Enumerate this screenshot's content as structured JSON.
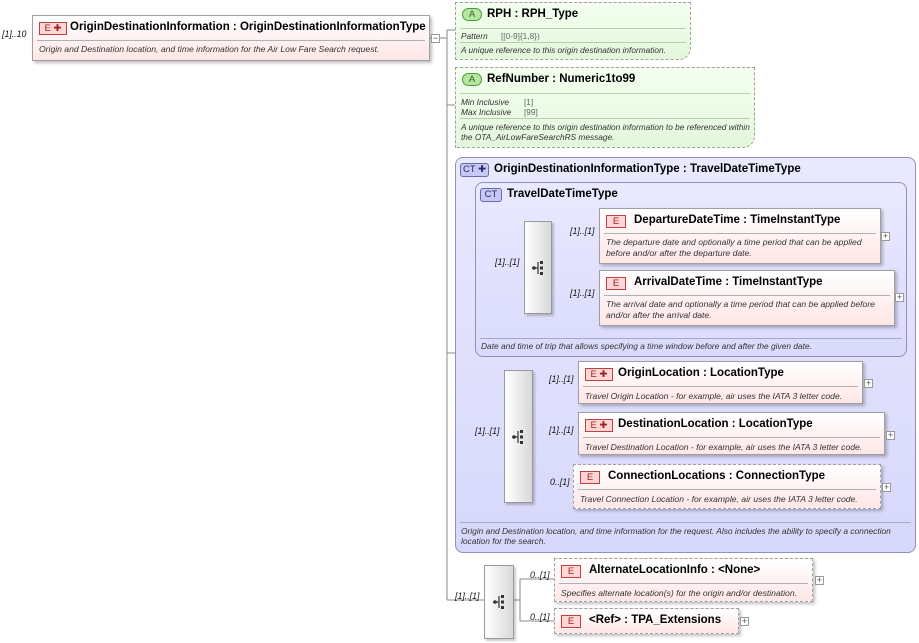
{
  "root": {
    "cardinality": "[1]..10",
    "badge": "E",
    "title": "OriginDestinationInformation",
    "type": "OriginDestinationInformationType",
    "doc": "Origin and Destination location, and time information for the Air Low Fare Search request."
  },
  "attributes": [
    {
      "badge": "A",
      "name": "RPH",
      "type": "RPH_Type",
      "facets": [
        {
          "label": "Pattern",
          "value": "[[0-9]{1,8})"
        }
      ],
      "doc": "A unique reference to this origin destination information."
    },
    {
      "badge": "A",
      "name": "RefNumber",
      "type": "Numeric1to99",
      "facets": [
        {
          "label": "Min Inclusive",
          "value": "[1]"
        },
        {
          "label": "Max Inclusive",
          "value": "[99]"
        }
      ],
      "doc": "A unique reference to this origin destination information to be referenced within the OTA_AirLowFareSearchRS message."
    }
  ],
  "complex_type": {
    "badge": "CT",
    "title": "OriginDestinationInformationType",
    "base": "TravelDateTimeType",
    "doc": "Origin and Destination location, and time information for the request. Also includes the ability to specify a connection location for the search.",
    "inner": {
      "badge": "CT",
      "title": "TravelDateTimeType",
      "doc": "Date and time of trip that allows specifying a time window before and after the given date.",
      "sequence_cardinality": "[1]..[1]",
      "elements": [
        {
          "cardinality": "[1]..[1]",
          "badge": "E",
          "name": "DepartureDateTime",
          "type": "TimeInstantType",
          "doc": "The departure date and optionally a time period that can be applied before and/or after the departure date."
        },
        {
          "cardinality": "[1]..[1]",
          "badge": "E",
          "name": "ArrivalDateTime",
          "type": "TimeInstantType",
          "doc": "The arrival date and optionally a time period that can be applied before and/or after the arrival date."
        }
      ]
    },
    "sequence_cardinality": "[1]..[1]",
    "elements": [
      {
        "cardinality": "[1]..[1]",
        "badge": "E",
        "name": "OriginLocation",
        "type": "LocationType",
        "doc": "Travel Origin Location - for example, air uses the IATA 3 letter code."
      },
      {
        "cardinality": "[1]..[1]",
        "badge": "E",
        "name": "DestinationLocation",
        "type": "LocationType",
        "doc": "Travel Destination Location - for example, air uses the IATA 3 letter code."
      },
      {
        "cardinality": "0..[1]",
        "badge": "E",
        "name": "ConnectionLocations",
        "type": "ConnectionType",
        "doc": "Travel Connection Location - for example, air uses the IATA 3 letter code."
      }
    ]
  },
  "extra": {
    "sequence_cardinality": "[1]..[1]",
    "elements": [
      {
        "cardinality": "0..[1]",
        "badge": "E",
        "name": "AlternateLocationInfo",
        "type": "<None>",
        "doc": "Specifies alternate location(s) for the origin and/or destination."
      },
      {
        "cardinality": "0..[1]",
        "badge": "E",
        "name": "<Ref>",
        "type": "TPA_Extensions",
        "doc": ""
      }
    ]
  },
  "colors": {
    "element_fill": "#ffe6e6",
    "attribute_fill": "#e3f7dc",
    "complex_type_fill": "#d7d7fb"
  }
}
